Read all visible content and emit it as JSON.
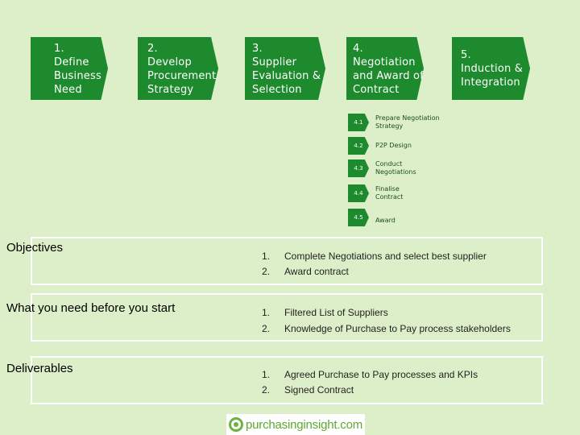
{
  "steps": [
    {
      "lines": [
        "1.",
        "Define",
        "Business",
        "Need"
      ]
    },
    {
      "lines": [
        "2.",
        "Develop",
        "Procurement",
        "Strategy"
      ]
    },
    {
      "lines": [
        "3.",
        "Supplier",
        "Evaluation &",
        "Selection"
      ]
    },
    {
      "lines": [
        "4.",
        "Negotiation",
        "and Award of",
        "Contract"
      ]
    },
    {
      "lines": [
        "5.",
        "Induction &",
        "Integration"
      ]
    }
  ],
  "substeps": [
    {
      "num": "4.1",
      "lines": [
        "Prepare Negotiation",
        "Strategy"
      ]
    },
    {
      "num": "4.2",
      "lines": [
        "P2P Design"
      ]
    },
    {
      "num": "4.3",
      "lines": [
        "Conduct",
        "Negotiations"
      ]
    },
    {
      "num": "4.4",
      "lines": [
        "Finalise",
        "Contract"
      ]
    },
    {
      "num": "4.5",
      "lines": [
        "Award"
      ]
    }
  ],
  "panels": {
    "objectives": {
      "title": "Objectives",
      "items": [
        {
          "num": "1.",
          "text": "Complete Negotiations and select best supplier"
        },
        {
          "num": "2.",
          "text": "Award contract"
        }
      ]
    },
    "prerequisites": {
      "title": "What you need before you start",
      "items": [
        {
          "num": "1.",
          "text": "Filtered List of Suppliers"
        },
        {
          "num": "2.",
          "text": "Knowledge of Purchase to Pay process stakeholders"
        }
      ]
    },
    "deliverables": {
      "title": "Deliverables",
      "items": [
        {
          "num": "1.",
          "text": "Agreed Purchase to Pay processes and KPIs"
        },
        {
          "num": "2.",
          "text": "Signed Contract"
        }
      ]
    }
  },
  "footer": {
    "logo_text": "purchasinginsight.com"
  },
  "colors": {
    "step_green": "#1e8a2e",
    "background": "#ddefc8",
    "logo_green": "#6cb33f"
  }
}
